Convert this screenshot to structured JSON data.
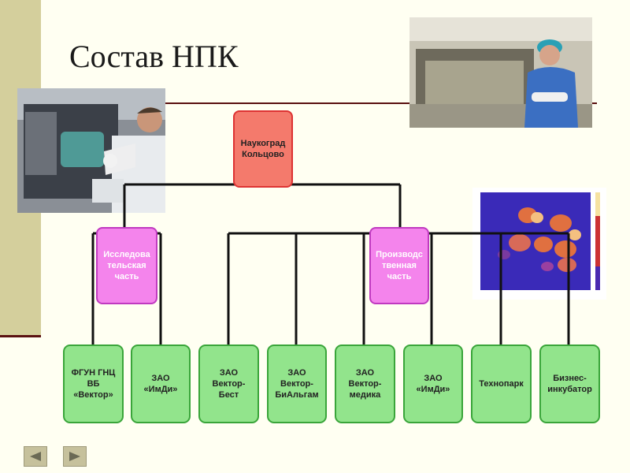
{
  "title": "Состав НПК",
  "root": {
    "label": "Наукоград\nКольцово"
  },
  "branches": [
    {
      "label": "Исследова\nтельская\nчасть"
    },
    {
      "label": "Производс\nтвенная\nчасть"
    }
  ],
  "leaves": [
    {
      "label": "ФГУН ГНЦ\nВБ\n«Вектор»"
    },
    {
      "label": "ЗАО\n«ИмДи»"
    },
    {
      "label": "ЗАО\nВектор-\nБест"
    },
    {
      "label": "ЗАО\nВектор-\nБиАльгам"
    },
    {
      "label": "ЗАО\nВектор-\nмедика"
    },
    {
      "label": "ЗАО\n«ИмДи»"
    },
    {
      "label": "Технопарк"
    },
    {
      "label": "Бизнес-\nинкубатор"
    }
  ],
  "nav": {
    "prev_icon": "triangle-left-icon",
    "next_icon": "triangle-right-icon"
  },
  "colors": {
    "root_fill": "#f47a6c",
    "branch_fill": "#f484ec",
    "leaf_fill": "#92e48c",
    "connector": "#111111",
    "accent_rule": "#5a1010",
    "side_band": "#d4cf9c"
  }
}
